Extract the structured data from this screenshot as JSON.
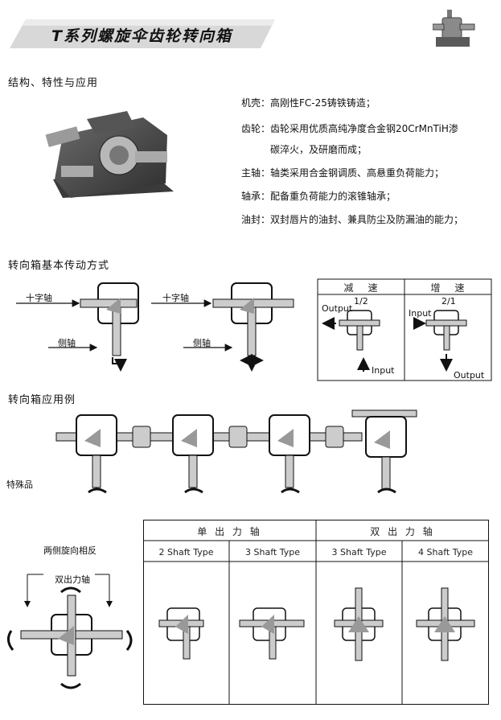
{
  "title": "T系列螺旋伞齿轮转向箱",
  "sections": {
    "structure": "结构、特性与应用",
    "transmission": "转向箱基本传动方式",
    "application": "转向箱应用例"
  },
  "specs": [
    {
      "label": "机壳：",
      "text": "高刚性FC-25铸铁铸造；"
    },
    {
      "label": "齿轮：",
      "text": "齿轮采用优质高纯净度合金钢20CrMnTiH渗"
    },
    {
      "label": "",
      "text": "碳淬火，及研磨而成；"
    },
    {
      "label": "主轴：",
      "text": "轴类采用合金钢调质、高悬重负荷能力；"
    },
    {
      "label": "轴承：",
      "text": "配备重负荷能力的滚锥轴承；"
    },
    {
      "label": "油封：",
      "text": "双封唇片的油封、兼具防尘及防漏油的能力；"
    }
  ],
  "transmission": {
    "cross_shaft": "十字轴",
    "side_shaft": "侧轴",
    "ratio_table": {
      "reduce": "减　速",
      "increase": "增　速",
      "ratio_reduce": "1/2",
      "ratio_increase": "2/1",
      "output": "Output",
      "input": "Input"
    }
  },
  "application": {
    "special": "特殊品",
    "opposite": "两侧旋向相反",
    "double_output": "双出力轴"
  },
  "shaft_table": {
    "single": "单 出 力 轴",
    "double": "双 出 力 轴",
    "types": [
      "2 Shaft Type",
      "3 Shaft Type",
      "3 Shaft Type",
      "4 Shaft Type"
    ]
  }
}
